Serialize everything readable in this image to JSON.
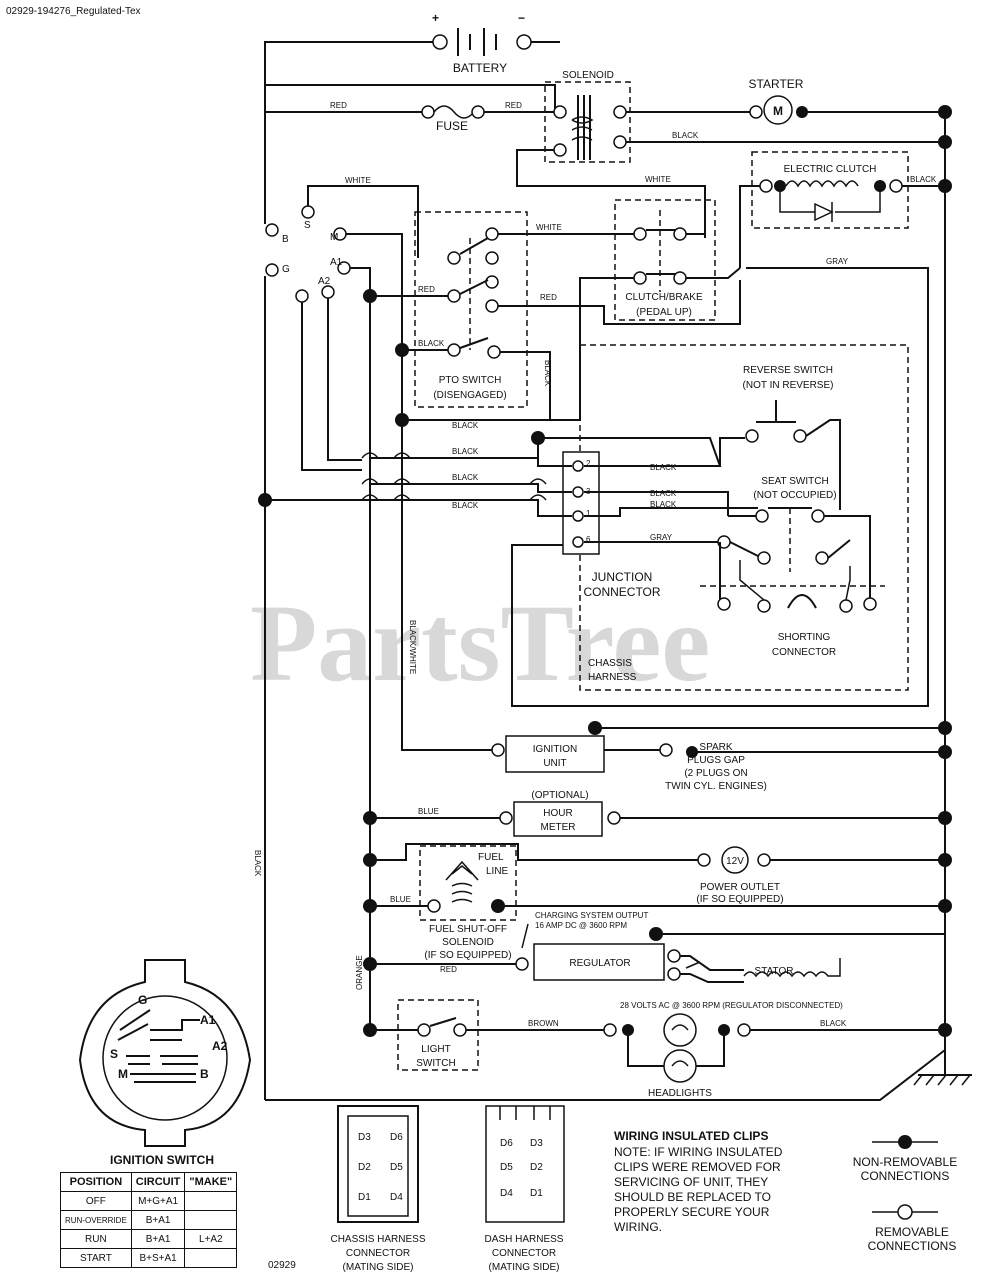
{
  "header": {
    "doc_id": "02929-194276_Regulated-Tex"
  },
  "watermark": "PartsTree",
  "battery": {
    "label": "BATTERY",
    "plus": "+",
    "minus": "−"
  },
  "solenoid": {
    "label": "SOLENOID"
  },
  "starter": {
    "label": "STARTER",
    "symbol": "M"
  },
  "fuse": {
    "label": "FUSE"
  },
  "electric_clutch": {
    "label": "ELECTRIC CLUTCH"
  },
  "clutch_brake": {
    "label1": "CLUTCH/BRAKE",
    "label2": "(PEDAL UP)"
  },
  "pto_switch": {
    "label1": "PTO SWITCH",
    "label2": "(DISENGAGED)"
  },
  "reverse_switch": {
    "label1": "REVERSE SWITCH",
    "label2": "(NOT IN REVERSE)"
  },
  "seat_switch": {
    "label1": "SEAT SWITCH",
    "label2": "(NOT OCCUPIED)"
  },
  "junction": {
    "label1": "JUNCTION",
    "label2": "CONNECTOR",
    "pins": [
      "2",
      "3",
      "1",
      "6"
    ]
  },
  "shorting": {
    "label1": "SHORTING",
    "label2": "CONNECTOR"
  },
  "chassis_harness": {
    "label1": "CHASSIS",
    "label2": "HARNESS"
  },
  "ignition_unit": {
    "label1": "IGNITION",
    "label2": "UNIT"
  },
  "spark": {
    "line1": "SPARK",
    "line2": "PLUGS GAP",
    "line3": "(2 PLUGS ON",
    "line4": "TWIN CYL. ENGINES)"
  },
  "hour_meter": {
    "optional": "(OPTIONAL)",
    "label1": "HOUR",
    "label2": "METER"
  },
  "fuel": {
    "line_label1": "FUEL",
    "line_label2": "LINE",
    "sol1": "FUEL SHUT-OFF",
    "sol2": "SOLENOID",
    "sol3": "(IF SO EQUIPPED)"
  },
  "power_outlet": {
    "volt": "12V",
    "label1": "POWER OUTLET",
    "label2": "(IF SO EQUIPPED)"
  },
  "charging": {
    "line1": "CHARGING SYSTEM OUTPUT",
    "line2": "16 AMP DC @ 3600 RPM",
    "ac": "28 VOLTS AC @ 3600 RPM (REGULATOR DISCONNECTED)"
  },
  "regulator": {
    "label": "REGULATOR"
  },
  "stator": {
    "label": "STATOR"
  },
  "light_switch": {
    "label1": "LIGHT",
    "label2": "SWITCH"
  },
  "headlights": {
    "label": "HEADLIGHTS"
  },
  "ignition_terminals": {
    "B": "B",
    "S": "S",
    "M": "M",
    "G": "G",
    "A1": "A1",
    "A2": "A2"
  },
  "wires": {
    "red": "RED",
    "red2": "RED",
    "red3": "RED",
    "red4": "RED",
    "white": "WHITE",
    "white2": "WHITE",
    "white3": "WHITE",
    "black": "BLACK",
    "black2": "BLACK",
    "black3": "BLACK",
    "black4": "BLACK",
    "black5": "BLACK",
    "black6": "BLACK",
    "black7": "BLACK",
    "black8": "BLACK",
    "black9": "BLACK",
    "black10": "BLACK",
    "black_white": "BLACK/WHITE",
    "black_vert": "BLACK",
    "gray": "GRAY",
    "gray2": "GRAY",
    "blue": "BLUE",
    "blue2": "BLUE",
    "brown": "BROWN",
    "orange": "ORANGE",
    "black_left": "BLACK"
  },
  "ignition_switch": {
    "title": "IGNITION SWITCH",
    "letters": {
      "G": "G",
      "A1": "A1",
      "A2": "A2",
      "S": "S",
      "M": "M",
      "B": "B"
    },
    "headers": [
      "POSITION",
      "CIRCUIT",
      "\"MAKE\""
    ],
    "rows": [
      [
        "OFF",
        "M+G+A1",
        ""
      ],
      [
        "RUN-OVERRIDE",
        "B+A1",
        ""
      ],
      [
        "RUN",
        "B+A1",
        "L+A2"
      ],
      [
        "START",
        "B+S+A1",
        ""
      ]
    ]
  },
  "footer_code": "02929",
  "chassis_connector": {
    "label1": "CHASSIS HARNESS",
    "label2": "CONNECTOR",
    "label3": "(MATING SIDE)",
    "pins": [
      "D3",
      "D6",
      "D2",
      "D5",
      "D1",
      "D4"
    ]
  },
  "dash_connector": {
    "label1": "DASH HARNESS",
    "label2": "CONNECTOR",
    "label3": "(MATING SIDE)",
    "pins": [
      "D6",
      "D3",
      "D5",
      "D2",
      "D4",
      "D1"
    ]
  },
  "clips_note": {
    "title": "WIRING INSULATED CLIPS",
    "lines": [
      "NOTE: IF WIRING INSULATED",
      "CLIPS WERE REMOVED FOR",
      "SERVICING OF UNIT, THEY",
      "SHOULD BE REPLACED TO",
      "PROPERLY SECURE YOUR",
      "WIRING."
    ]
  },
  "legend": {
    "nonremovable1": "NON-REMOVABLE",
    "nonremovable2": "CONNECTIONS",
    "removable1": "REMOVABLE",
    "removable2": "CONNECTIONS"
  }
}
